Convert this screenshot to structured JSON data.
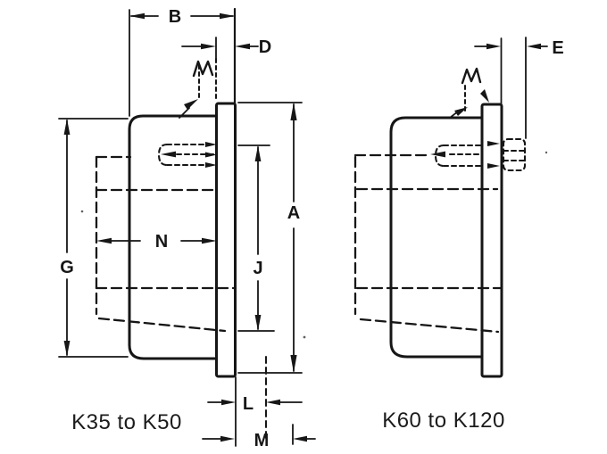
{
  "diagram": {
    "description": "Dimensional outline drawing of two flanged coupling halves",
    "ink_color": "#161616",
    "background_color": "#ffffff",
    "left_figure": {
      "caption": "K35 to K50",
      "dim_labels": {
        "B": "B",
        "D": "D",
        "G": "G",
        "N": "N",
        "J": "J",
        "A": "A",
        "L": "L",
        "M": "M"
      }
    },
    "right_figure": {
      "caption": "K60 to K120",
      "dim_labels": {
        "E": "E"
      }
    }
  }
}
